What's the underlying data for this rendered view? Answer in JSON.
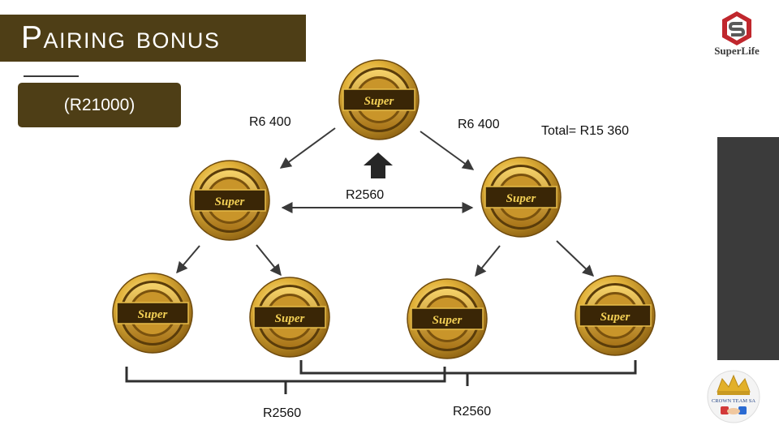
{
  "header": {
    "title": "Pairing bonus",
    "amount": "(R21000)"
  },
  "brand": {
    "logo_text": "SuperLife",
    "crown_text": "CROWN TEAM SA"
  },
  "coin_label": "Super",
  "labels": {
    "top_left": "R6 400",
    "top_right": "R6 400",
    "total": "Total= R15 360",
    "middle": "R2560",
    "bottom_left": "R2560",
    "bottom_right": "R2560"
  },
  "colors": {
    "banner": "#4e3e16",
    "panel": "#3b3b3b",
    "gold": "#d9a62a",
    "logo_red": "#c0272d"
  }
}
